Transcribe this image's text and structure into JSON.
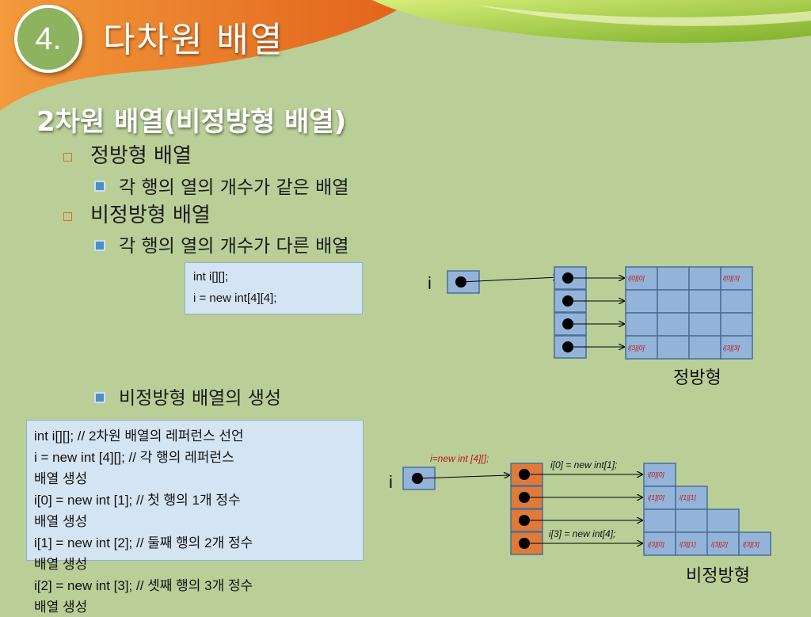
{
  "slide": {
    "number": "4.",
    "title": "다차원 배열",
    "subtitle": "2차원 배열(비정방형 배열)"
  },
  "bullets": {
    "square": "정방형 배열",
    "square_desc": "각 행의 열의 개수가 같은 배열",
    "nonsquare": "비정방형 배열",
    "nonsquare_desc": "각 행의 열의 개수가 다른 배열",
    "create": "비정방형 배열의 생성"
  },
  "code1": [
    "int i[][];",
    "i = new int[4][4];"
  ],
  "code2": [
    "int i[][]; // 2차원 배열의 레퍼런스 선언",
    "i = new int [4][]; // 각 행의 레퍼런스",
    "배열 생성",
    "i[0] = new int [1]; // 첫 행의 1개 정수",
    "배열 생성",
    "i[1] = new int [2]; // 둘째 행의 2개 정수",
    "배열 생성",
    "i[2] = new int [3]; // 셋째 행의 3개 정수",
    "배열 생성"
  ],
  "diagram_square": {
    "var_label": "i",
    "cell_labels": {
      "r0c0": "i[0][0]",
      "r0c3": "i[0][3]",
      "r3c0": "i[3][0]",
      "r3c3": "i[3][3]"
    },
    "caption": "정방형"
  },
  "diagram_nonsquare": {
    "var_label": "i",
    "annot_new": "i=new int [4][];",
    "annot_row0": "i[0] = new int[1];",
    "annot_row3": "i[3] = new int[4];",
    "cell_labels": {
      "r0c0": "i[0][0]",
      "r1c0": "i[1][0]",
      "r1c1": "i[1][1]",
      "r3c0": "i[3][0]",
      "r3c1": "i[3][1]",
      "r3c2": "i[3][2]",
      "r3c3": "i[3][3]"
    },
    "caption": "비정방형"
  },
  "colors": {
    "background": "#b9cf97",
    "header_green": "#9fcc3b",
    "header_orange": "#e8741f",
    "cell_blue": "#93b4d8",
    "cell_orange": "#e07a3a",
    "label_red": "#c0161b"
  }
}
